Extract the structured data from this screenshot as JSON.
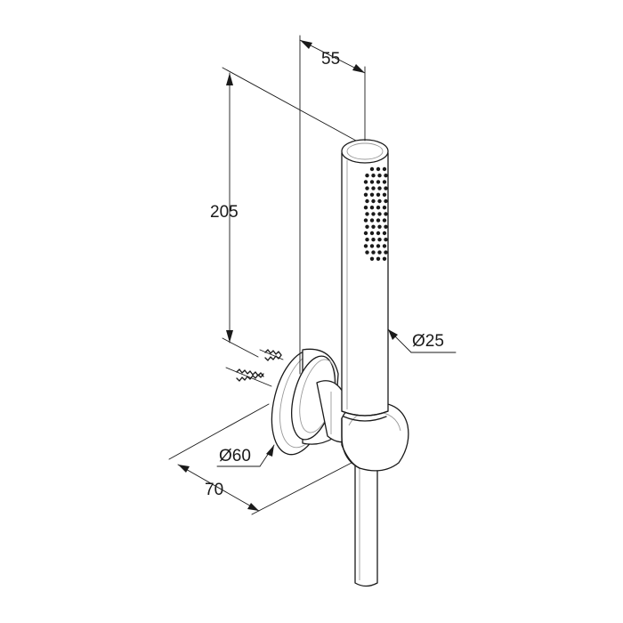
{
  "drawing": {
    "dimensions": {
      "width_top": "55",
      "height": "205",
      "handset_diameter": "Ø25",
      "rosette_diameter": "Ø60",
      "depth": "70"
    }
  }
}
